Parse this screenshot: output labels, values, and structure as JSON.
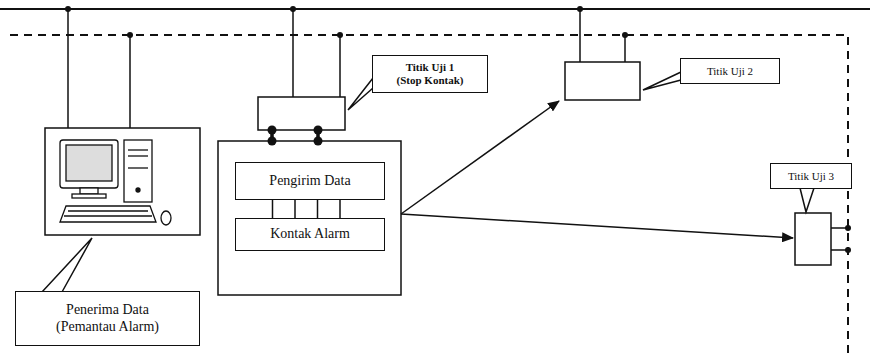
{
  "diagram": {
    "nodes": [
      {
        "text": [
          "Penerima Data (Pemantau Alarm)"
        ]
      },
      {
        "text": [
          "Titik Uji 1 (Stop Kontak)"
        ]
      },
      {
        "text": [
          "Titik Uji 2"
        ]
      },
      {
        "text": [
          "Titik Uji 3"
        ]
      },
      {
        "text": [
          "Pengirim Data"
        ]
      },
      {
        "text": [
          "Kontak Alarm"
        ]
      }
    ],
    "edges": [
      {
        "from": 4,
        "to": 5,
        "arrow": "none"
      },
      {
        "from": 4,
        "to": 5,
        "arrow": "none"
      },
      {
        "from": 4,
        "to": 5,
        "arrow": "none"
      },
      {
        "from": 4,
        "to": 5,
        "arrow": "none"
      }
    ]
  }
}
